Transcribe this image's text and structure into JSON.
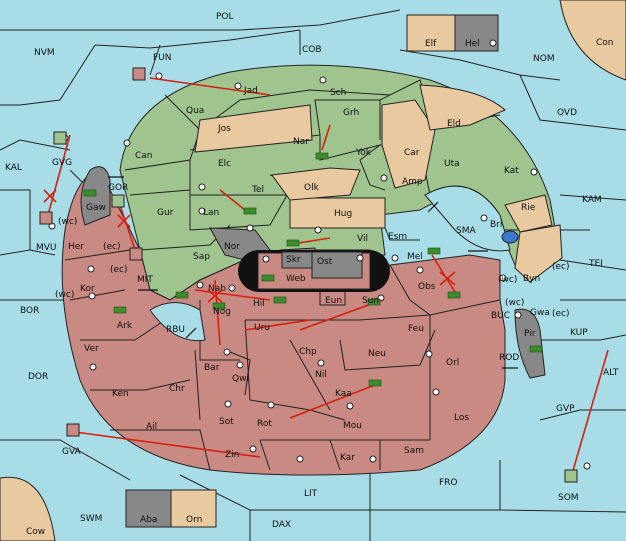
{
  "map": {
    "labels": {
      "POL": "POL",
      "NVM": "NVM",
      "FUN": "FUN",
      "COB": "COB",
      "NOM": "NOM",
      "Elf": "Elf",
      "Hel": "Hel",
      "Con": "Con",
      "Jad": "Jad",
      "Sch": "Sch",
      "Qua": "Qua",
      "Jos": "Jos",
      "Grh": "Grh",
      "Eld": "Eld",
      "OVD": "OVD",
      "Can": "Can",
      "Nar": "Nar",
      "Yok": "Yok",
      "Car": "Car",
      "Uta": "Uta",
      "Kat": "Kat",
      "KAL": "KAL",
      "GVG": "GVG",
      "Elc": "Elc",
      "Olk": "Olk",
      "Amp": "Amp",
      "KAM": "KAM",
      "GOR": "GOR",
      "Tel": "Tel",
      "Gaw": "Gaw",
      "Gur": "Gur",
      "Lan": "Lan",
      "Hug": "Hug",
      "Rie": "Rie",
      "Bri": "Bri",
      "SMA": "SMA",
      "MVU": "MVU",
      "wc1": "(wc)",
      "Her": "Her",
      "ec1": "(ec)",
      "Nor": "Nor",
      "Vil": "Vil",
      "Esm": "Esm",
      "Skr": "Skr",
      "Sap": "Sap",
      "Ost": "Ost",
      "Mel": "Mel",
      "TEI": "TEI",
      "Kor": "Kor",
      "ec2": "(ec)",
      "Web": "Web",
      "wc2": "(wc)",
      "Byn": "Byn",
      "ec3": "(ec)",
      "MIT": "MIT",
      "wc3": "(wc)",
      "Nab": "Nab",
      "Eun": "Eun",
      "Sun": "Sun",
      "Obs": "Obs",
      "BOR": "BOR",
      "Hil": "Hil",
      "wc4": "(wc)",
      "Gwa": "Gwa",
      "ec4": "(ec)",
      "KUP": "KUP",
      "Ark": "Ark",
      "RBU": "RBU",
      "Nog": "Nog",
      "Uru": "Uru",
      "Feu": "Feu",
      "BUC": "BUC",
      "Pir": "Pir",
      "Ver": "Ver",
      "Chp": "Chp",
      "Neu": "Neu",
      "Orl": "Orl",
      "ROD": "ROD",
      "ALT": "ALT",
      "DOR": "DOR",
      "Bar": "Bar",
      "Qwi": "Qwi",
      "Nil": "Nil",
      "Ken": "Ken",
      "Chr": "Chr",
      "Kaa": "Kaa",
      "GVP": "GVP",
      "Los": "Los",
      "Ail": "Ail",
      "Sot": "Sot",
      "Rot": "Rot",
      "Mou": "Mou",
      "GVA": "GVA",
      "Zin": "Zin",
      "Sam": "Sam",
      "Kar": "Kar",
      "FRO": "FRO",
      "SOM": "SOM",
      "LIT": "LIT",
      "SWM": "SWM",
      "Aba": "Aba",
      "Orn": "Orn",
      "DAX": "DAX",
      "Cow": "Cow"
    },
    "colors": {
      "sea": "#a8dde8",
      "green": "#9fc48e",
      "red": "#c98a83",
      "tan": "#e8c9a0",
      "grey": "#888888",
      "order": "#d62010"
    }
  }
}
